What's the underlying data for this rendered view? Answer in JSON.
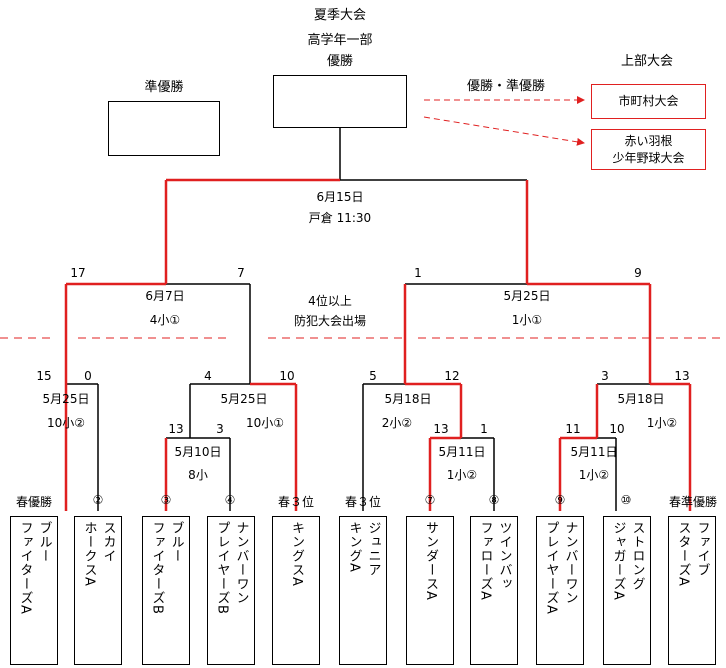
{
  "header": {
    "line1": "夏季大会",
    "line2": "高学年一部",
    "line3": "優勝"
  },
  "runner_up_label": "準優勝",
  "upper": {
    "title": "上部大会",
    "arrow_label": "優勝・準優勝",
    "tournament1": "市町村大会",
    "tournament2_line1": "赤い羽根",
    "tournament2_line2": "少年野球大会"
  },
  "final": {
    "date": "6月15日",
    "venue": "戸倉 11:30"
  },
  "middle_note": {
    "line1": "4位以上",
    "line2": "防犯大会出場"
  },
  "semis": {
    "left": {
      "date": "6月7日",
      "venue": "4小①",
      "score_left": "17",
      "score_right": "7"
    },
    "right": {
      "date": "5月25日",
      "venue": "1小①",
      "score_left": "1",
      "score_right": "9"
    }
  },
  "quarters": {
    "q1": {
      "date": "5月25日",
      "venue": "10小②",
      "score_left": "15",
      "score_right": "0"
    },
    "q2": {
      "date": "5月25日",
      "venue": "10小①",
      "score_left": "4",
      "score_right": "10"
    },
    "q3": {
      "date": "5月18日",
      "venue": "2小②",
      "score_left": "5",
      "score_right": "12"
    },
    "q4": {
      "date": "5月18日",
      "venue": "1小②",
      "score_left": "3",
      "score_right": "13"
    }
  },
  "firsts": {
    "f1": {
      "date": "5月10日",
      "venue": "8小",
      "score_left": "13",
      "score_right": "3"
    },
    "f2": {
      "date": "5月11日",
      "venue": "1小②",
      "score_left": "13",
      "score_right": "1"
    },
    "f3": {
      "date": "5月11日",
      "venue": "1小②",
      "score_left": "11",
      "score_right": "10"
    }
  },
  "teams": [
    {
      "label": "春優勝",
      "cols": [
        "ブルー",
        "ファイターズA"
      ]
    },
    {
      "label": "②",
      "cols": [
        "スカイ",
        "ホークスA"
      ]
    },
    {
      "label": "③",
      "cols": [
        "ブルー",
        "ファイターズB"
      ]
    },
    {
      "label": "④",
      "cols": [
        "ナンバーワン",
        "プレイヤーズB"
      ]
    },
    {
      "label": "春３位",
      "cols": [
        "キングスA"
      ]
    },
    {
      "label": "春３位",
      "cols": [
        "ジュニア",
        "キングA"
      ]
    },
    {
      "label": "⑦",
      "cols": [
        "サンダースA"
      ]
    },
    {
      "label": "⑧",
      "cols": [
        "ツインバッ",
        "ファローズA"
      ]
    },
    {
      "label": "⑨",
      "cols": [
        "ナンバーワン",
        "プレイヤーズA"
      ]
    },
    {
      "label": "⑩",
      "cols": [
        "ストロング",
        "ジャガーズA"
      ]
    },
    {
      "label": "春準優勝",
      "cols": [
        "ファイブ",
        "スターズA"
      ]
    }
  ],
  "colors": {
    "win_line": "#e02020",
    "line": "#000000",
    "dashed": "#e02020"
  }
}
